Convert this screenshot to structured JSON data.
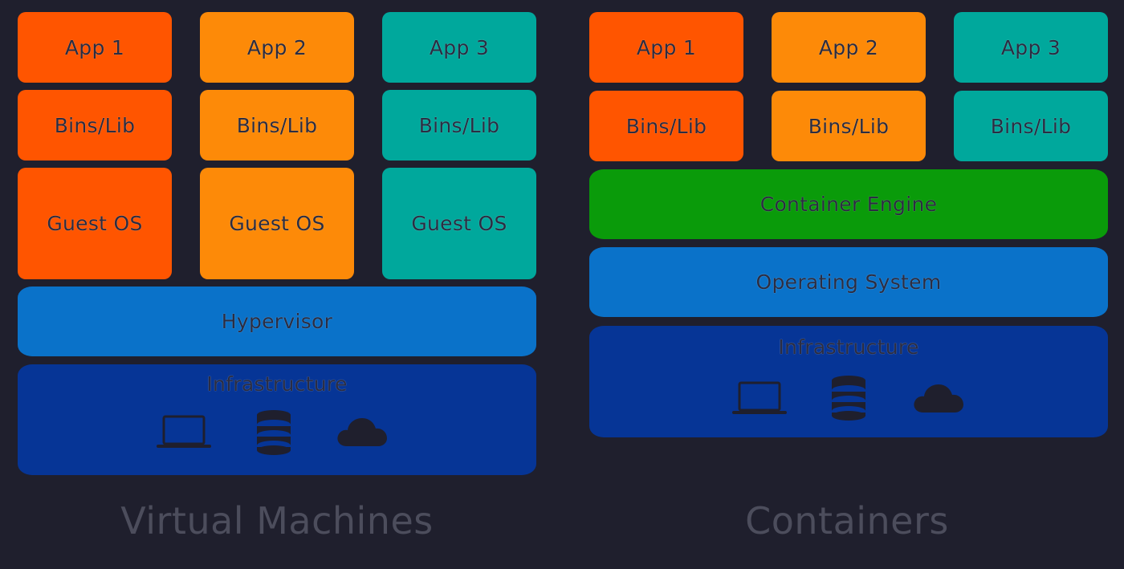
{
  "colors": {
    "background": "#1f1f2d",
    "app1": "#ff5500",
    "app2": "#fd8a08",
    "app3": "#00a89c",
    "container_engine": "#0a9b0a",
    "middle_layer": "#0a72c9",
    "infrastructure": "#063596",
    "label_text": "#2b2d42",
    "caption_text": "#4c4d5c"
  },
  "virtual_machines": {
    "caption": "Virtual Machines",
    "columns": [
      {
        "app": "App 1",
        "bins": "Bins/Lib",
        "os": "Guest OS"
      },
      {
        "app": "App 2",
        "bins": "Bins/Lib",
        "os": "Guest OS"
      },
      {
        "app": "App 3",
        "bins": "Bins/Lib",
        "os": "Guest OS"
      }
    ],
    "hypervisor": "Hypervisor",
    "infrastructure": "Infrastructure",
    "icons": [
      "laptop-icon",
      "database-icon",
      "cloud-icon"
    ]
  },
  "containers": {
    "caption": "Containers",
    "columns": [
      {
        "app": "App 1",
        "bins": "Bins/Lib"
      },
      {
        "app": "App 2",
        "bins": "Bins/Lib"
      },
      {
        "app": "App 3",
        "bins": "Bins/Lib"
      }
    ],
    "engine": "Container Engine",
    "os": "Operating System",
    "infrastructure": "Infrastructure",
    "icons": [
      "laptop-icon",
      "database-icon",
      "cloud-icon"
    ]
  }
}
